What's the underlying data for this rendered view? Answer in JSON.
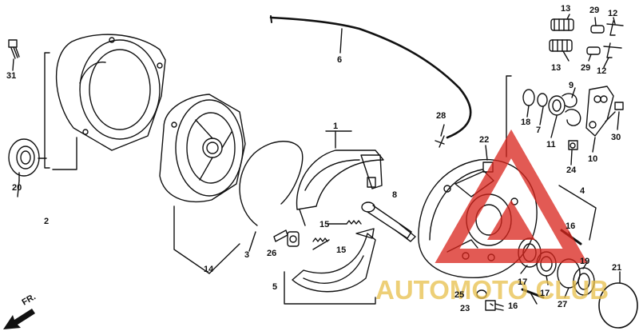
{
  "diagram": {
    "callouts": {
      "c1": "1",
      "c2": "2",
      "c3": "3",
      "c4": "4",
      "c5": "5",
      "c6": "6",
      "c7": "7",
      "c8": "8",
      "c9": "9",
      "c10": "10",
      "c11": "11",
      "c12a": "12",
      "c12b": "12",
      "c13a": "13",
      "c13b": "13",
      "c14": "14",
      "c15a": "15",
      "c15b": "15",
      "c16a": "16",
      "c16b": "16",
      "c17a": "17",
      "c17b": "17",
      "c18": "18",
      "c19": "19",
      "c20": "20",
      "c21": "21",
      "c22": "22",
      "c23": "23",
      "c24": "24",
      "c25": "25",
      "c26": "26",
      "c27": "27",
      "c28": "28",
      "c29a": "29",
      "c29b": "29",
      "c30": "30",
      "c31": "31"
    },
    "direction_label": "FR.",
    "watermark": "AUTOMOTO CLUB"
  },
  "colors": {
    "line": "#111111",
    "watermark": "#e8bf4a",
    "watermark_logo": "#d9241b"
  }
}
